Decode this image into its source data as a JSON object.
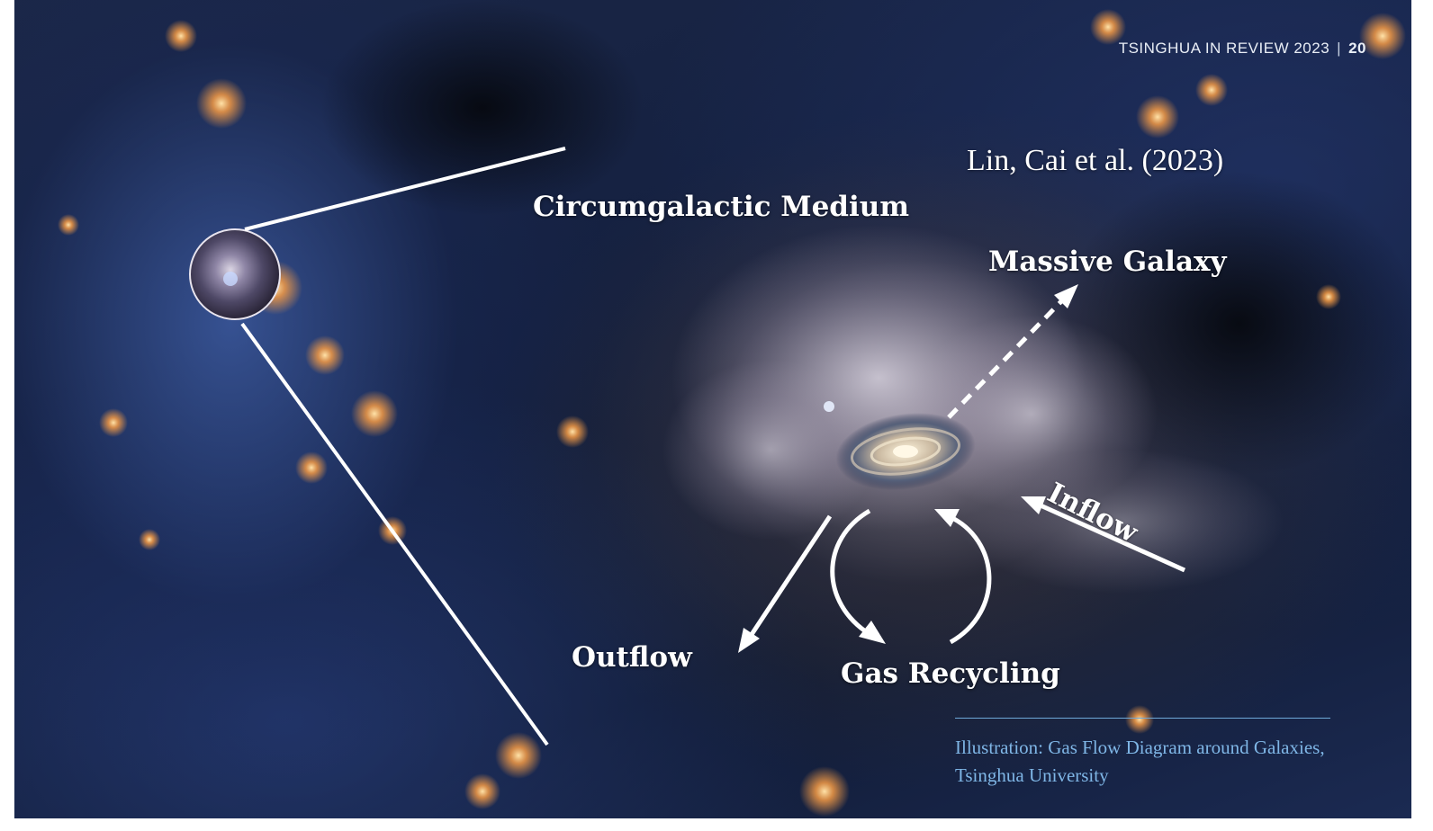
{
  "header": {
    "publication": "TSINGHUA IN REVIEW 2023",
    "separator": "|",
    "page_number": "20"
  },
  "diagram": {
    "citation": "Lin, Cai et al. (2023)",
    "labels": {
      "circumgalactic_medium": "Circumgalactic Medium",
      "massive_galaxy": "Massive Galaxy",
      "inflow": "Inflow",
      "outflow": "Outflow",
      "gas_recycling": "Gas Recycling"
    }
  },
  "caption": {
    "text": "Illustration: Gas Flow Diagram around Galaxies, Tsinghua University"
  },
  "colors": {
    "background_space": "#142040",
    "filament_glow": "#f0a050",
    "caption_text": "#7fb6e6",
    "label_text": "#ffffff"
  }
}
